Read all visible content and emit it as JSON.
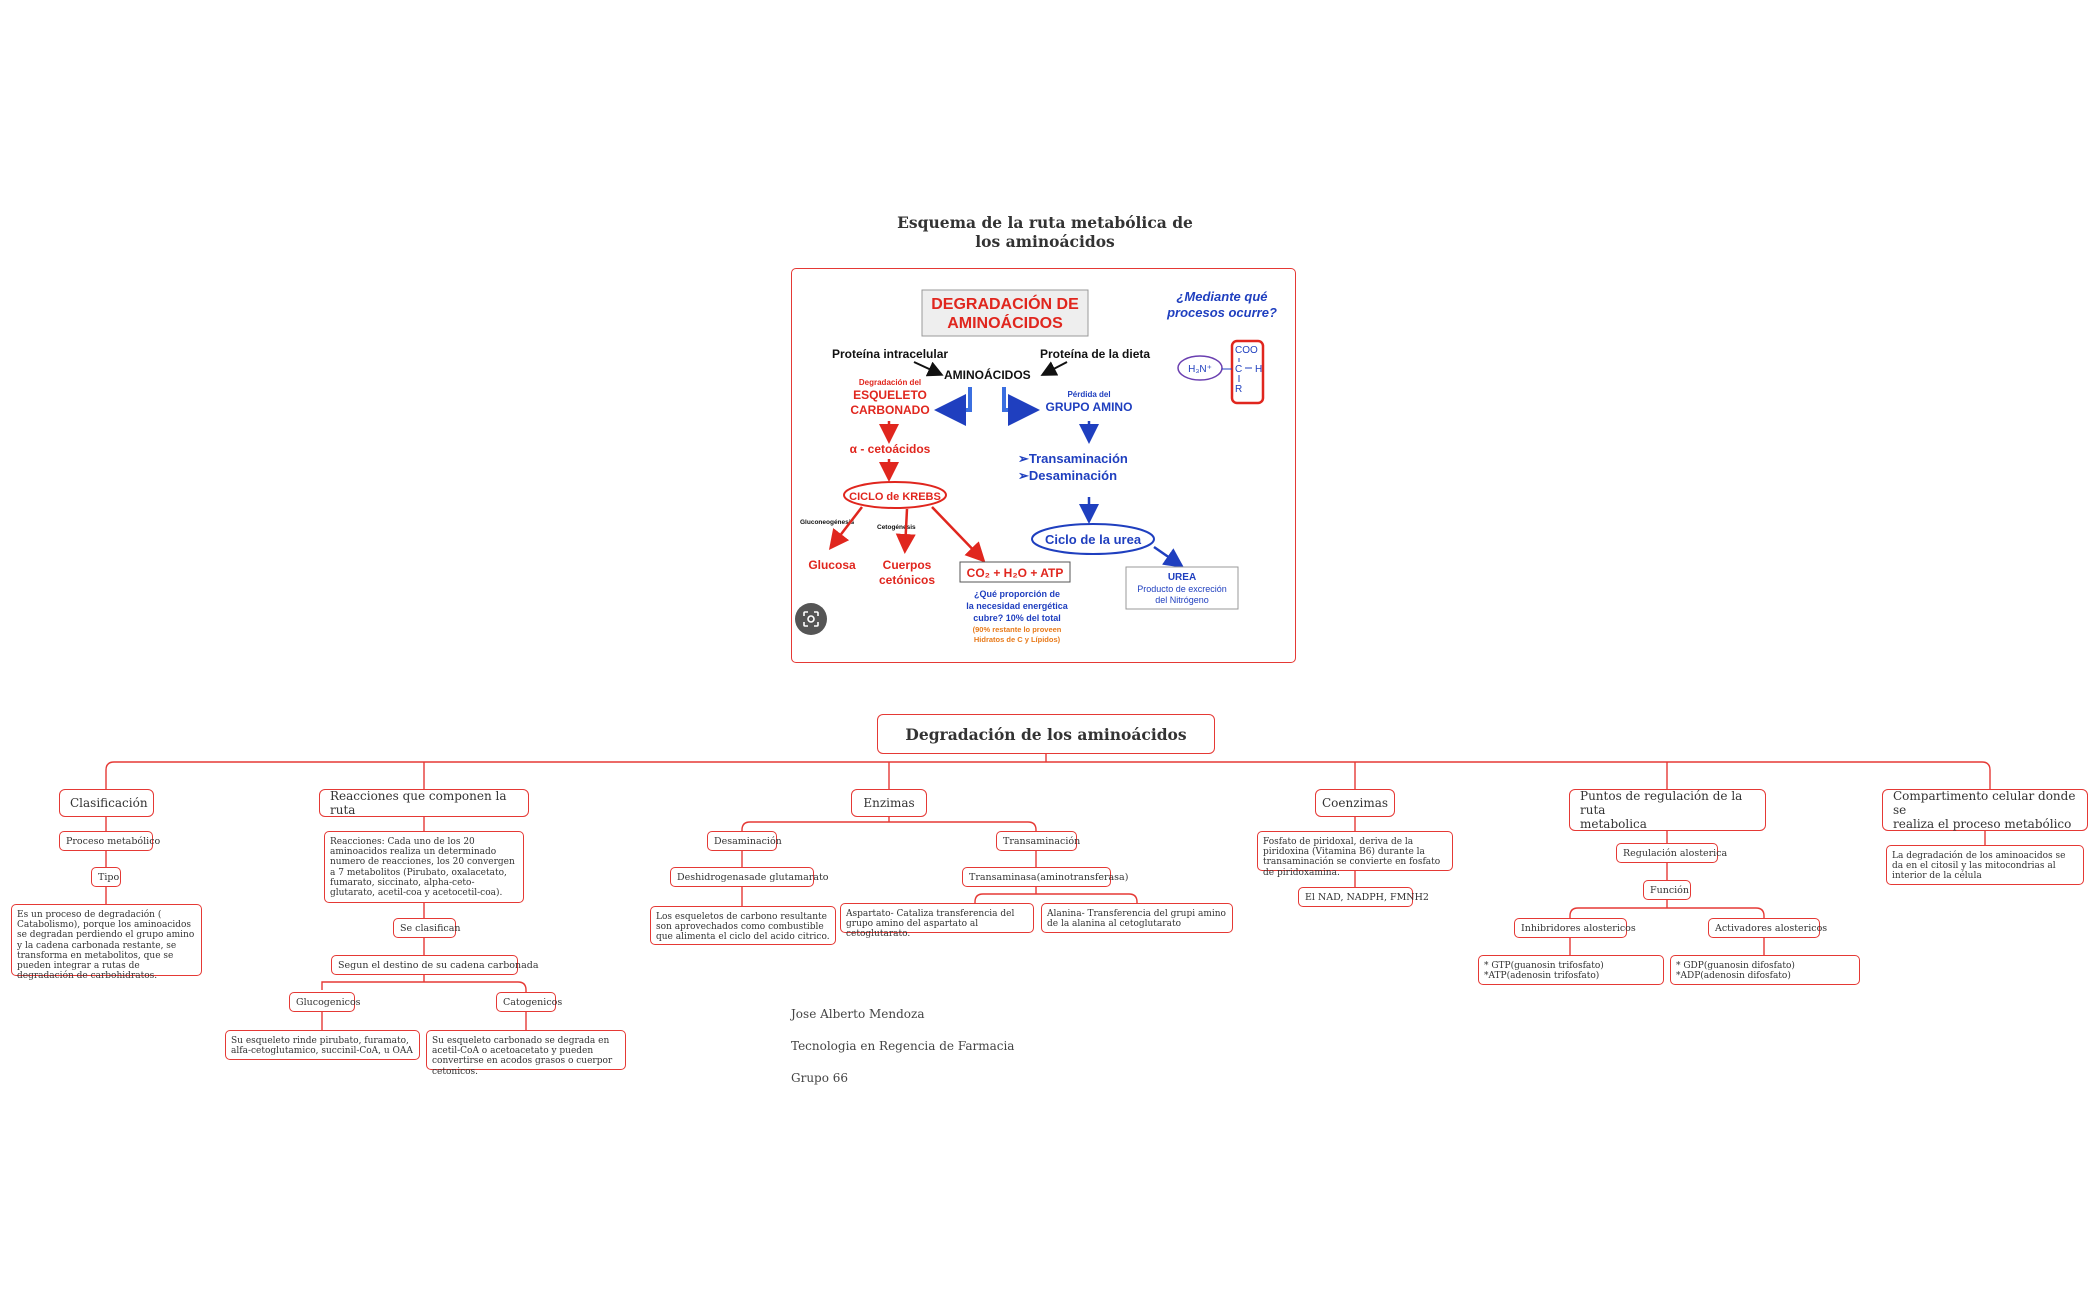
{
  "title": {
    "line1": "Esquema de la ruta metabólica de",
    "line2": "los aminoácidos"
  },
  "image": {
    "heading": "DEGRADACIÓN DE AMINOÁCIDOS",
    "heading_line1": "DEGRADACIÓN DE",
    "heading_line2": "AMINOÁCIDOS",
    "question": "¿Mediante qué procesos ocurre?",
    "question_line1": "¿Mediante qué",
    "question_line2": "procesos ocurre?",
    "protein_intracellular": "Proteína intracelular",
    "protein_diet": "Proteína de la dieta",
    "amino_acids": "AMINOÁCIDOS",
    "degradation_label": "Degradación del",
    "skeleton_line1": "ESQUELETO",
    "skeleton_line2": "CARBONADO",
    "loss_label": "Pérdida del",
    "amino_group": "GRUPO AMINO",
    "alpha_keto": "α - cetoácidos",
    "transamination": "➢Transaminación",
    "deamination": "➢Desaminación",
    "krebs": "CICLO de KREBS",
    "gluconeo": "Gluconeogénesis",
    "ketogenesis": "Cetogénesis",
    "glucose": "Glucosa",
    "ketone_line1": "Cuerpos",
    "ketone_line2": "cetónicos",
    "products": "CO₂ + H₂O + ATP",
    "urea_cycle": "Ciclo de la urea",
    "urea": "UREA",
    "urea_desc_line1": "Producto de excreción",
    "urea_desc_line2": "del Nitrógeno",
    "energy_q_line1": "¿Qué proporción de",
    "energy_q_line2": "la necesidad energética",
    "energy_q_line3": "cubre? 10% del total",
    "energy_note_line1": "(90% restante lo proveen",
    "energy_note_line2": "Hidratos de C y Lípidos)",
    "formula_coo": "COO",
    "formula_c": "C",
    "formula_h": "H",
    "formula_r": "R",
    "formula_h3n": "H₃N⁺",
    "scan_icon": "lens-scan-icon"
  },
  "root": "Degradación de los aminoácidos",
  "branches": {
    "clasificacion": {
      "label": "Clasificación",
      "proceso": "Proceso metabólico",
      "tipo": "Tipo",
      "desc": "Es un proceso de degradación ( Catabolismo), porque los aminoacidos se degradan perdiendo el grupo amino y la cadena carbonada restante, se transforma en metabolitos, que se pueden integrar a rutas de degradación de carbohidratos."
    },
    "reacciones": {
      "label": "Reacciones que componen la ruta",
      "desc": "Reacciones: Cada uno de los 20 aminoacidos realiza un determinado numero de reacciones, los 20 convergen a 7 metabolitos (Pirubato, oxalacetato, fumarato, siccinato, alpha-ceto-glutarato, acetil-coa y acetocetil-coa).",
      "se_clasifican": "Se clasifican",
      "segun": "Segun el destino de su cadena carbonada",
      "glucogenicos": "Glucogenicos",
      "cetogenicos": "Catogenicos",
      "gluco_desc": "Su esqueleto rinde pirubato, furamato, alfa-cetoglutamico, succinil-CoA, u OAA",
      "ceto_desc": "Su esqueleto carbonado se degrada en acetil-CoA o acetoacetato y pueden convertirse en acodos grasos o cuerpor cetonicos."
    },
    "enzimas": {
      "label": "Enzimas",
      "desaminacion": "Desaminación",
      "deshidro": "Deshidrogenasade glutamarato",
      "deshidro_desc": "Los esqueletos de carbono resultante son aprovechados como combustible que alimenta el ciclo del acido citrico.",
      "transaminacion": "Transaminación",
      "transaminasa": "Transaminasa(aminotransferasa)",
      "aspartato": "Aspartato- Cataliza transferencia del grupo amino del aspartato al cetoglutarato.",
      "alanina": "Alanina- Transferencia del grupi amino de la alanina al cetoglutarato"
    },
    "coenzimas": {
      "label": "Coenzimas",
      "desc": "Fosfato de piridoxal, deriva de la piridoxina (Vitamina B6) durante la transaminación se convierte en fosfato de piridoxamina.",
      "nad": "El NAD, NADPH, FMNH2"
    },
    "regulacion": {
      "label_line1": "Puntos de regulación de la ruta",
      "label_line2": "metabolica",
      "alosterica": "Regulación alosterica",
      "funcion": "Función",
      "inhibidores": "Inhibridores alostericos",
      "activadores": "Activadores alostericos",
      "inhib_desc": "* GTP(guanosin trifosfato) *ATP(adenosin trifosfato)",
      "activ_desc": "* GDP(guanosin difosfato) *ADP(adenosin difosfato)"
    },
    "compartimento": {
      "label_line1": "Compartimento celular donde se",
      "label_line2": "realiza el proceso metabólico",
      "desc": "La degradación de los aminoacidos se da en el citosil y las mitocondrias al interior de la célula"
    }
  },
  "author": {
    "name": "Jose Alberto Mendoza",
    "program": "Tecnologia en Regencia de Farmacia",
    "group": "Grupo 66"
  },
  "colors": {
    "connector": "#e53935",
    "image_red": "#e0261e",
    "image_blue": "#1f3fbf"
  }
}
